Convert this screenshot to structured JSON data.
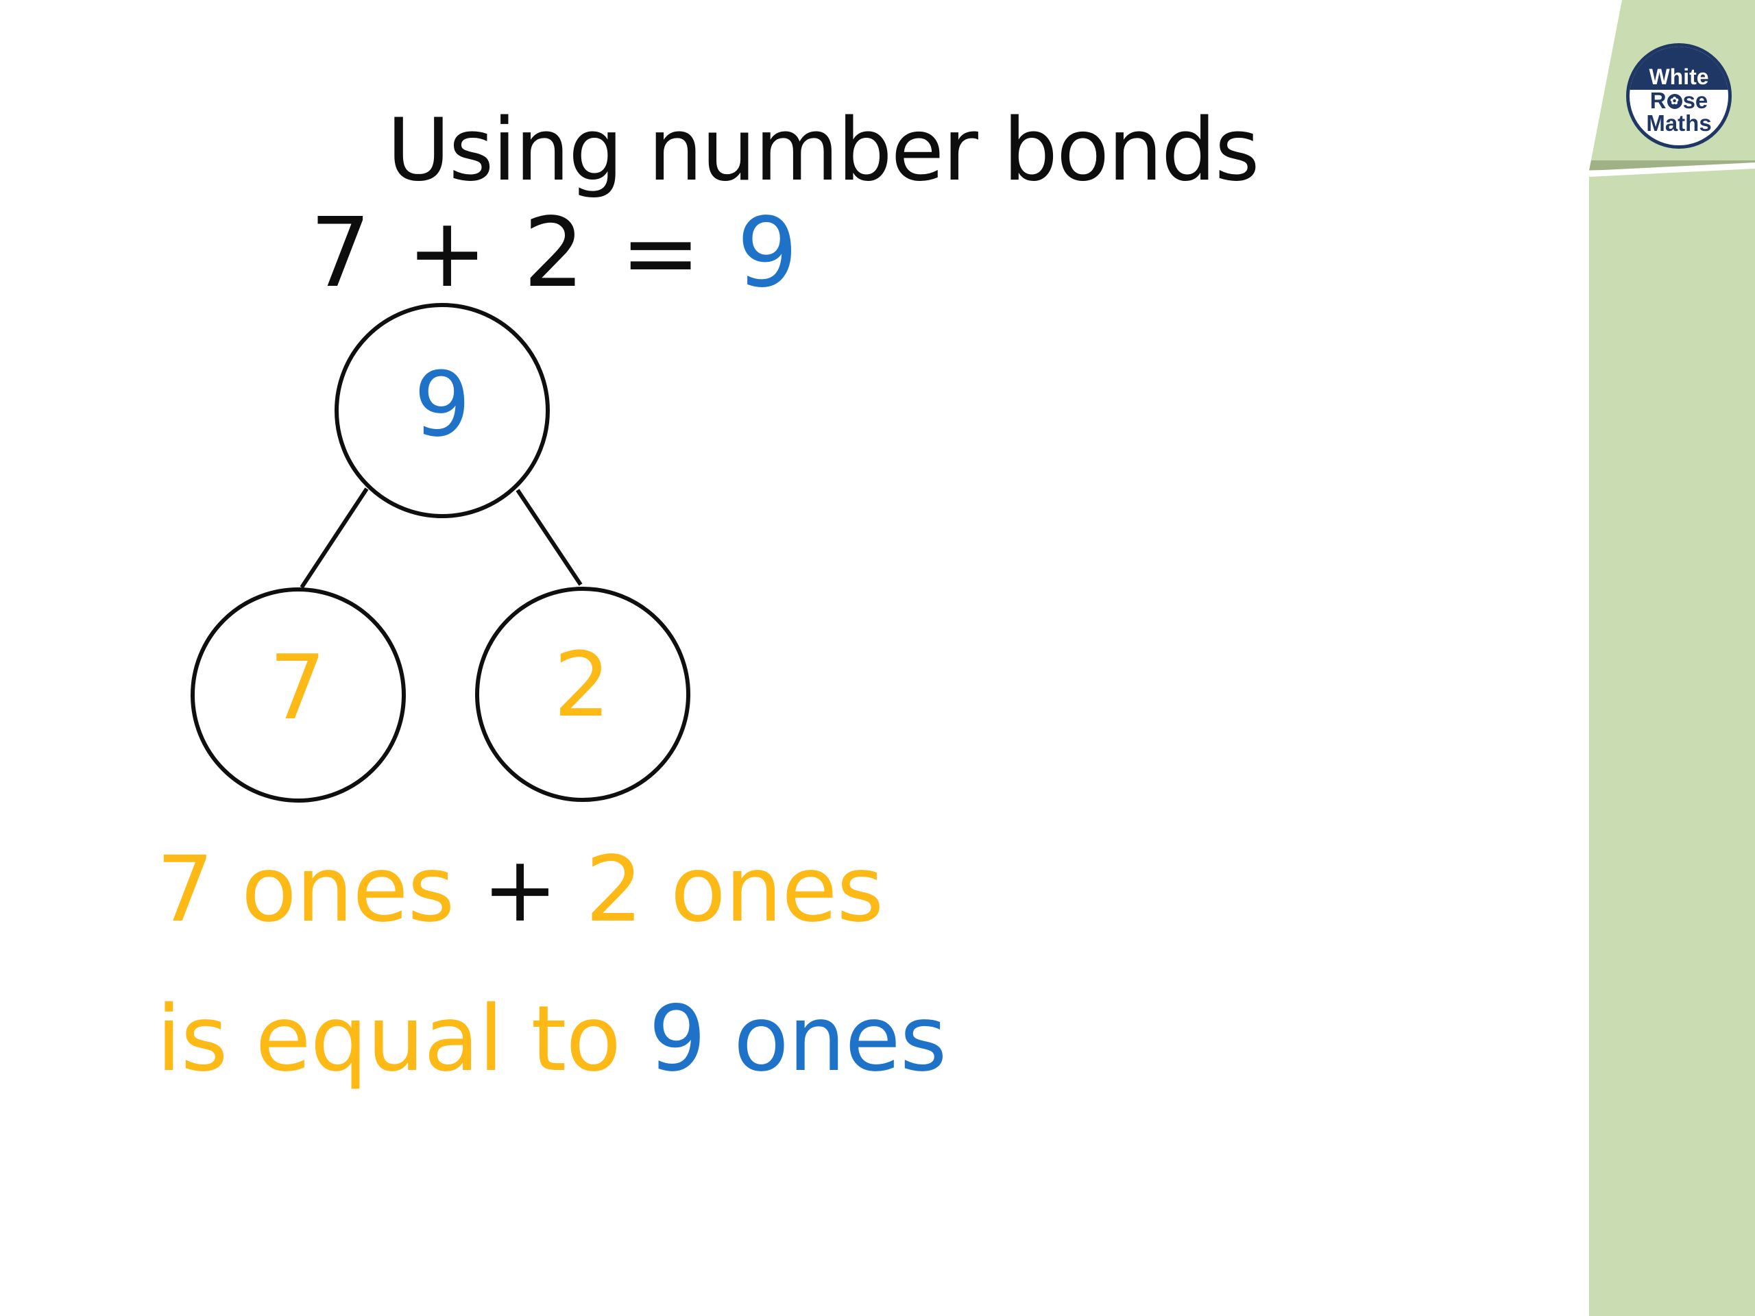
{
  "slide": {
    "title": "Using number bonds",
    "equation": {
      "lhs": "7 + 2 = ",
      "result": "9"
    },
    "number_bond": {
      "whole": "9",
      "part_left": "7",
      "part_right": "2"
    },
    "ones_sum_line": {
      "left_term": "7 ones",
      "operator": " + ",
      "right_term": "2 ones"
    },
    "ones_equal_line": {
      "prefix": "is equal to ",
      "result": "9 ones"
    }
  },
  "logo": {
    "line1": "White",
    "rose_prefix": "R",
    "rose_glyph": "✿",
    "rose_suffix": "se",
    "line2": "Maths"
  },
  "colors": {
    "text_black": "#0d0d0d",
    "accent_blue": "#1e73c9",
    "accent_orange": "#fdb915",
    "band_green": "#c9dcb2",
    "logo_navy": "#1e3765"
  }
}
